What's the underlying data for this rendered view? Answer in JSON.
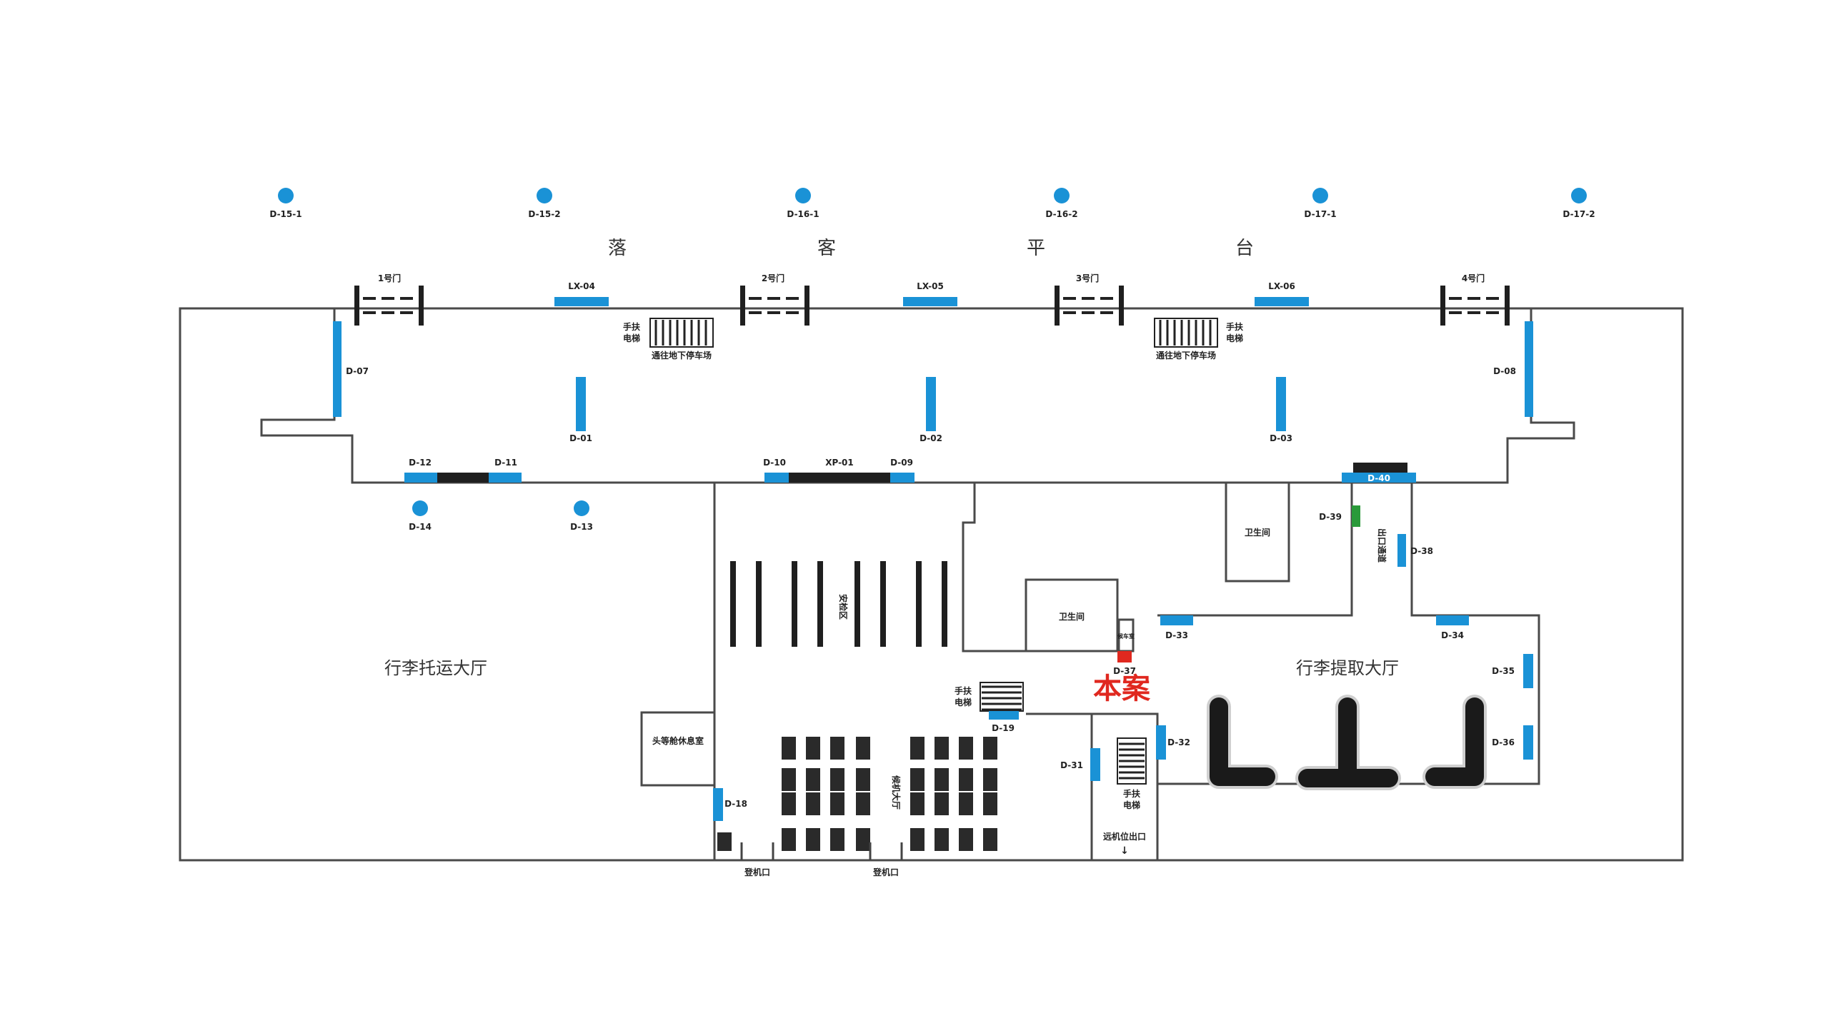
{
  "platform_label": [
    "落",
    "客",
    "平",
    "台"
  ],
  "gates": [
    "1号门",
    "2号门",
    "3号门",
    "4号门"
  ],
  "pillars_top": [
    "D-15-1",
    "D-15-2",
    "D-16-1",
    "D-16-2",
    "D-17-1",
    "D-17-2"
  ],
  "ads": {
    "lx04": "LX-04",
    "lx05": "LX-05",
    "lx06": "LX-06",
    "d07": "D-07",
    "d08": "D-08",
    "d01": "D-01",
    "d02": "D-02",
    "d03": "D-03",
    "d12": "D-12",
    "d11": "D-11",
    "d10": "D-10",
    "xp01": "XP-01",
    "d09": "D-09",
    "d40": "D-40",
    "d14": "D-14",
    "d13": "D-13",
    "d39": "D-39",
    "d38": "D-38",
    "d33": "D-33",
    "d34": "D-34",
    "d37": "D-37",
    "d35": "D-35",
    "d36": "D-36",
    "d32": "D-32",
    "d31": "D-31",
    "d19": "D-19",
    "d18": "D-18"
  },
  "escalator_top_left": {
    "label1": "手扶",
    "label2": "电梯",
    "caption": "通往地下停车场"
  },
  "escalator_top_right": {
    "label1": "手扶",
    "label2": "电梯",
    "caption": "通往地下停车场"
  },
  "escalator_mid": {
    "label1": "手扶",
    "label2": "电梯"
  },
  "escalator_bottom": {
    "label1": "手扶",
    "label2": "电梯"
  },
  "rooms": {
    "toilet1": "卫生间",
    "toilet2": "卫生间",
    "vip": "头等舱休息室",
    "security": "安检区",
    "waiting": "候机大厅",
    "exit_passage": "出口通道",
    "small_room": "候车室"
  },
  "halls": {
    "checkin": "行李托运大厅",
    "claim": "行李提取大厅"
  },
  "highlight": "本案",
  "boarding": [
    "登机口",
    "登机口"
  ],
  "exit_label": "远机位出口",
  "colors": {
    "ad": "#1a92d6",
    "highlight": "#e0281f",
    "green": "#2a9a3a"
  }
}
